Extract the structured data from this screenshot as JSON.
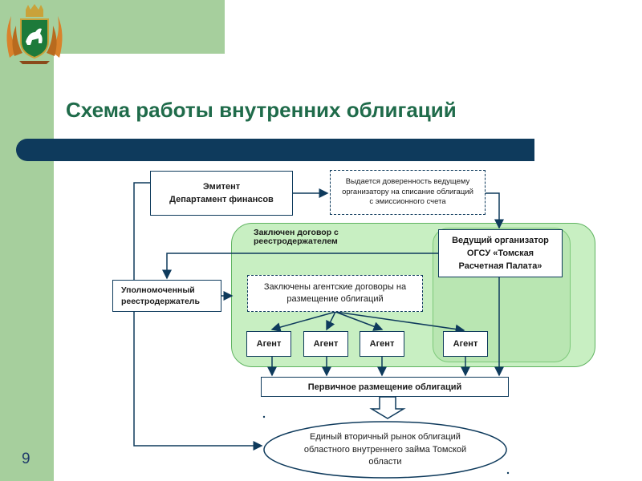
{
  "slide": {
    "title": "Схема работы внутренних облигаций",
    "page_number": "9"
  },
  "diagram": {
    "issuer": {
      "line1": "Эмитент",
      "line2": "Департамент финансов"
    },
    "power_of_attorney": "Выдается доверенность ведущему организатору на списание облигаций с эмиссионного счета",
    "registrar_contract": "Заключен договор с реестродержателем",
    "lead_organizer": "Ведущий организатор ОГСУ «Томская Расчетная Палата»",
    "registrar": "Уполномоченный реестродержатель",
    "agency_contracts": "Заключены агентские договоры на размещение облигаций",
    "agents": [
      "Агент",
      "Агент",
      "Агент",
      "Агент"
    ],
    "primary_placement": "Первичное размещение облигаций",
    "secondary_market": "Единый вторичный рынок облигаций областного внутреннего займа Томской области"
  }
}
